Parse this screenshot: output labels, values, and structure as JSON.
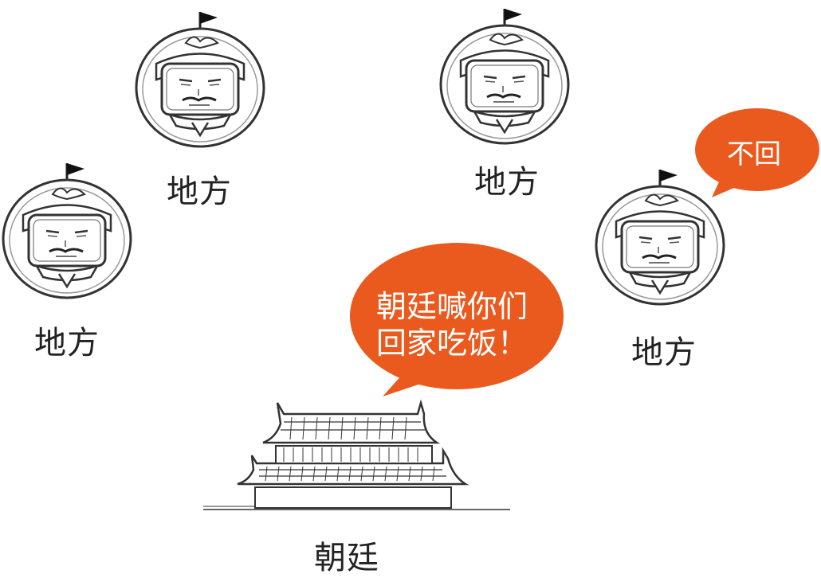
{
  "figures": [
    {
      "name": "figure-top-left",
      "label": "地方"
    },
    {
      "name": "figure-top-right",
      "label": "地方"
    },
    {
      "name": "figure-left",
      "label": "地方"
    },
    {
      "name": "figure-right",
      "label": "地方"
    }
  ],
  "court": {
    "label": "朝廷"
  },
  "bubbles": {
    "court_call": {
      "line1": "朝廷喊你们",
      "line2": "回家吃饭！"
    },
    "refusal": {
      "text": "不回"
    }
  },
  "colors": {
    "bubble": "#ea5a1e",
    "ink": "#222222",
    "background": "#ffffff"
  }
}
